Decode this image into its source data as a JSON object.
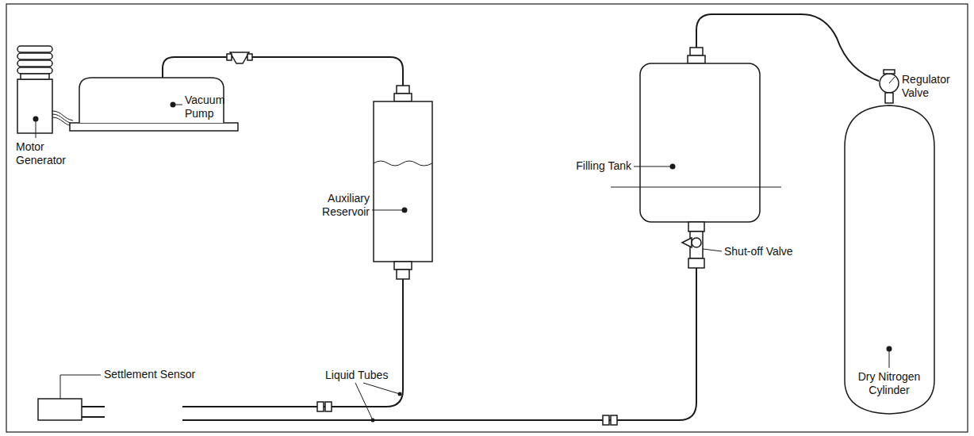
{
  "diagram": {
    "labels": [
      "Motor Generator",
      "Vacuum Pump",
      "Auxiliary Reservoir",
      "Settlement Sensor",
      "Liquid Tubes",
      "Filling Tank",
      "Shut-off Valve",
      "Regulator Valve",
      "Dry Nitrogen Cylinder"
    ]
  }
}
